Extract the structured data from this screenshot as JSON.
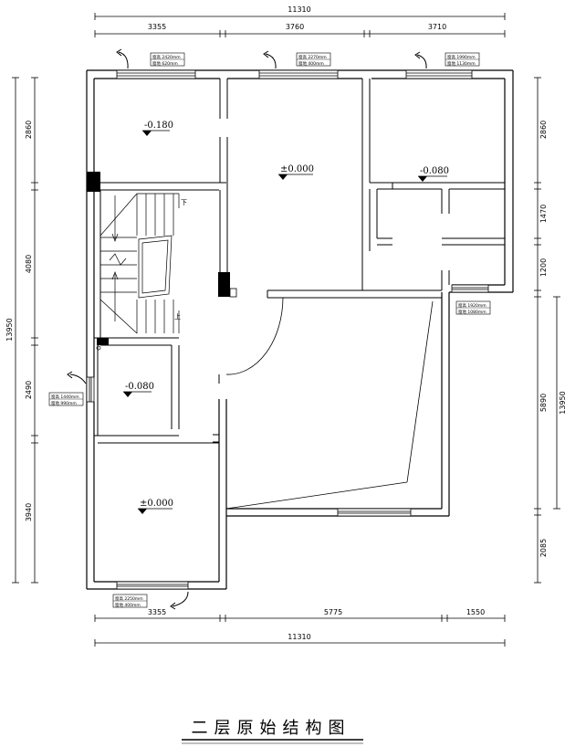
{
  "title": "二层原始结构图",
  "dimensions": {
    "top_total": "11310",
    "top_segments": [
      "3355",
      "3760",
      "3710"
    ],
    "bottom_segments": [
      "3355",
      "5775",
      "1550"
    ],
    "bottom_total": "11310",
    "left_total": "13950",
    "left_segments": [
      "2860",
      "4080",
      "2490",
      "3940"
    ],
    "right_segments": [
      "2860",
      "1470",
      "1200",
      "5890",
      "2085"
    ],
    "right_total": "13950"
  },
  "levels": {
    "top_left": "-0.180",
    "center": "±0.000",
    "top_right": "-0.080",
    "mid_left": "-0.080",
    "bottom_left": "±0.000"
  },
  "stairs": {
    "down": "下",
    "up": "上"
  },
  "window_tags": [
    {
      "line1": "窗高 2420mm",
      "line2": "窗地 620mm"
    },
    {
      "line1": "窗高 2270mm",
      "line2": "窗地 400mm"
    },
    {
      "line1": "窗高 1990mm",
      "line2": "窗地 1130mm"
    },
    {
      "line1": "窗高 1920mm",
      "line2": "窗地 1080mm"
    },
    {
      "line1": "窗高 1440mm",
      "line2": "窗地 990mm"
    },
    {
      "line1": "窗高 2250mm",
      "line2": "窗地 400mm"
    }
  ]
}
